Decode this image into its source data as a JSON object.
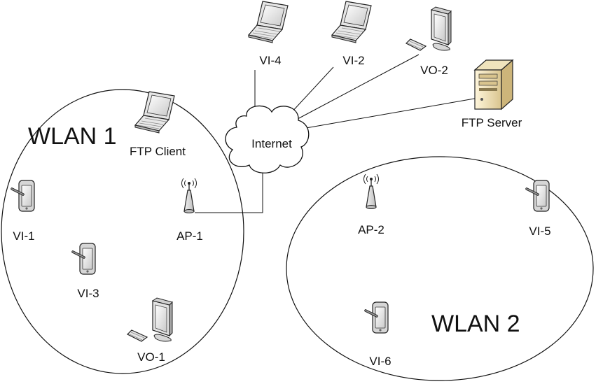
{
  "wlan1": {
    "title": "WLAN 1"
  },
  "wlan2": {
    "title": "WLAN 2"
  },
  "internet": {
    "label": "Internet"
  },
  "devices": {
    "vi4": {
      "label": "VI-4",
      "icon": "laptop-icon"
    },
    "vi2": {
      "label": "VI-2",
      "icon": "laptop-icon"
    },
    "vo2": {
      "label": "VO-2",
      "icon": "desktop-icon"
    },
    "ftp_server": {
      "label": "FTP Server",
      "icon": "server-icon"
    },
    "ftp_client": {
      "label": "FTP Client",
      "icon": "laptop-icon"
    },
    "ap1": {
      "label": "AP-1",
      "icon": "access-point-icon"
    },
    "ap2": {
      "label": "AP-2",
      "icon": "access-point-icon"
    },
    "vi1": {
      "label": "VI-1",
      "icon": "tablet-icon"
    },
    "vi3": {
      "label": "VI-3",
      "icon": "tablet-icon"
    },
    "vo1": {
      "label": "VO-1",
      "icon": "desktop-icon"
    },
    "vi5": {
      "label": "VI-5",
      "icon": "tablet-icon"
    },
    "vi6": {
      "label": "VI-6",
      "icon": "tablet-icon"
    }
  }
}
